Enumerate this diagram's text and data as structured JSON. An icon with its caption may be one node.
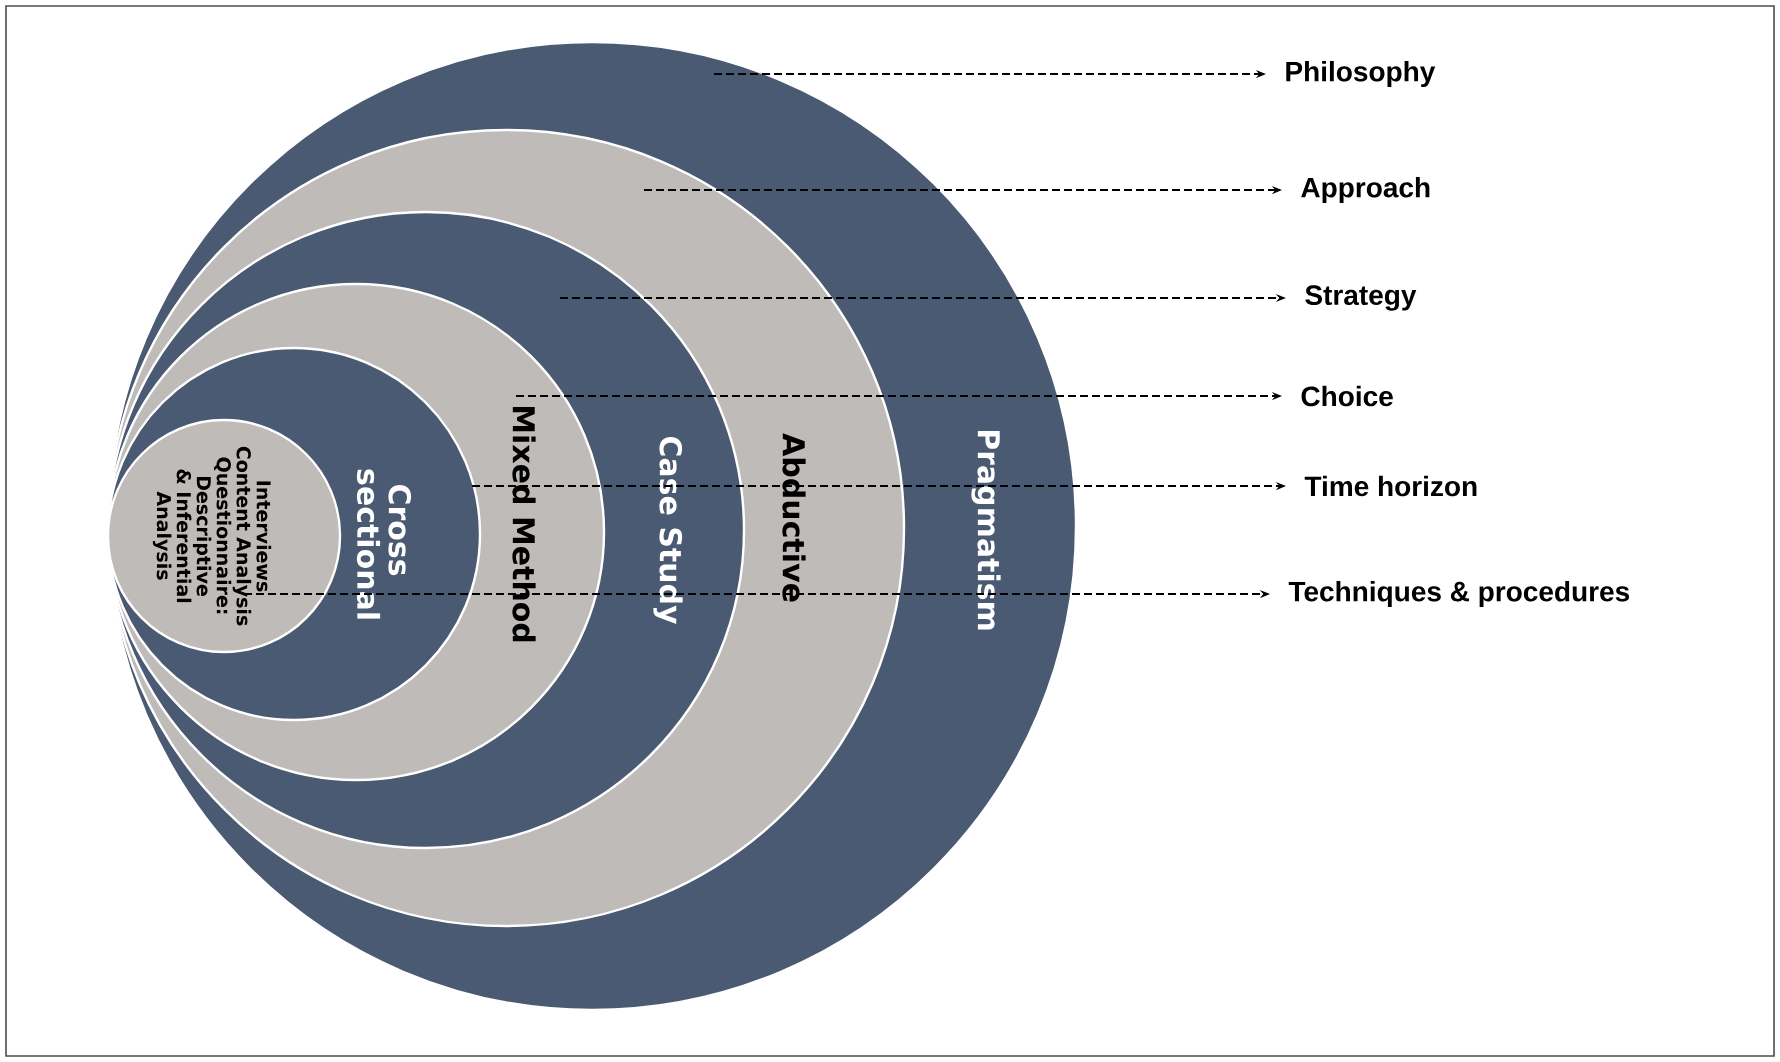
{
  "diagram": {
    "nodes": [
      {
        "text": [
          "Pragmatism"
        ]
      },
      {
        "text": [
          "Abductive"
        ],
        "in": 0
      },
      {
        "text": [
          "Case Study"
        ],
        "in": 1
      },
      {
        "text": [
          "Mixed Method"
        ],
        "in": 2
      },
      {
        "text": [
          "Cross sectional"
        ],
        "in": 3
      },
      {
        "text": [
          "Interviews Content Analysis Questionnaire: Descriptive & Inferential Analysis"
        ],
        "in": 4
      },
      {
        "text": [
          "Philosophy"
        ]
      },
      {
        "text": [
          "Approach"
        ]
      },
      {
        "text": [
          "Strategy"
        ]
      },
      {
        "text": [
          "Choice"
        ]
      },
      {
        "text": [
          "Time horizon"
        ]
      },
      {
        "text": [
          "Techniques & procedures"
        ]
      }
    ],
    "edges": [
      {
        "from": 0,
        "to": 6,
        "arrow": "to",
        "style": "dashed"
      },
      {
        "from": 1,
        "to": 7,
        "arrow": "to",
        "style": "dashed"
      },
      {
        "from": 2,
        "to": 8,
        "arrow": "to",
        "style": "dashed"
      },
      {
        "from": 3,
        "to": 9,
        "arrow": "to",
        "style": "dashed"
      },
      {
        "from": 4,
        "to": 10,
        "arrow": "to",
        "style": "dashed"
      },
      {
        "from": 5,
        "to": 11,
        "arrow": "to",
        "style": "dashed"
      }
    ]
  }
}
